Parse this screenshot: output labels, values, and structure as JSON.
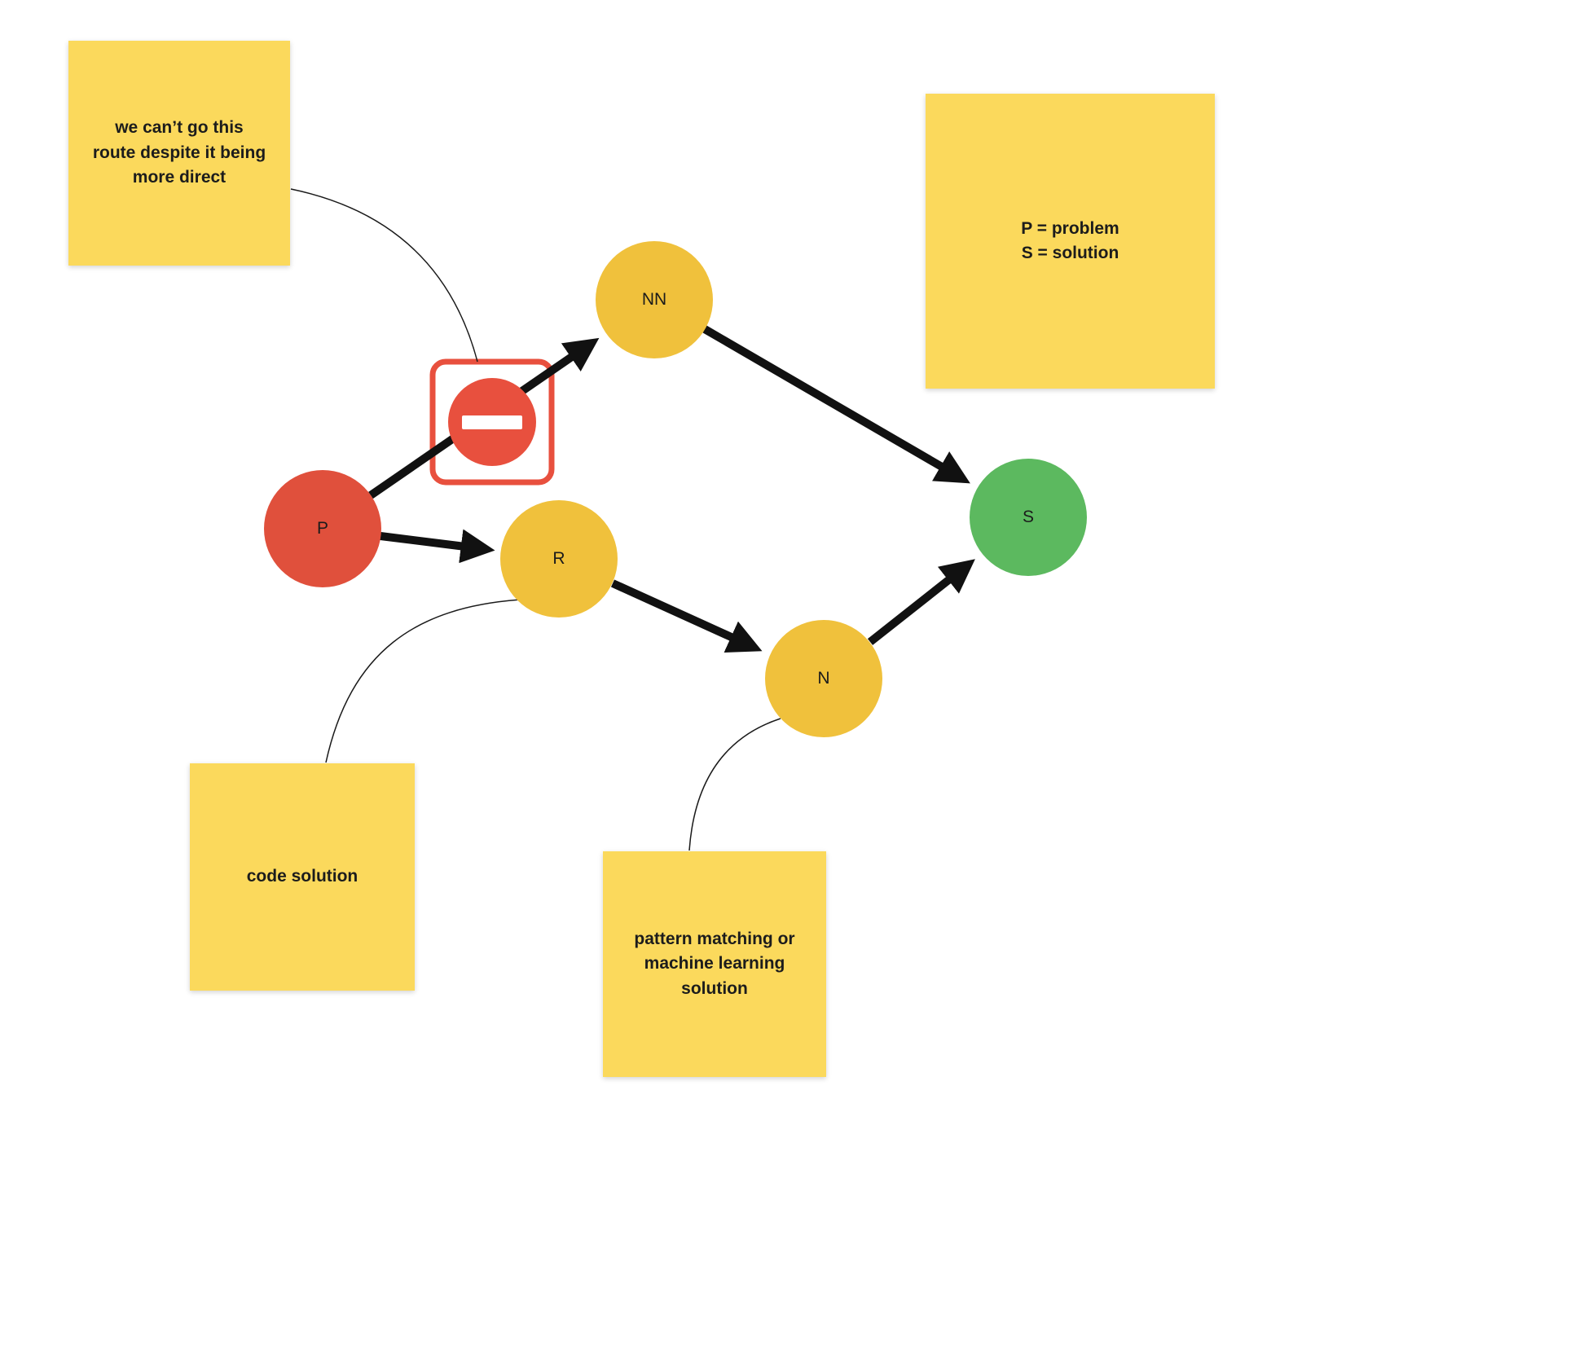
{
  "app": {
    "type": "whiteboard-diagram",
    "background": "#ffffff"
  },
  "notes": [
    {
      "name": "no-route-note",
      "text": "we can’t go this\nroute despite it being\nmore direct",
      "color": "#FBD95C"
    },
    {
      "name": "legend-note",
      "text": "P = problem\nS = solution",
      "color": "#FBD95C"
    },
    {
      "name": "code-solution-note",
      "text": "code solution",
      "color": "#FBD95C"
    },
    {
      "name": "pattern-matching-note",
      "text": "pattern matching or\nmachine learning\nsolution",
      "color": "#FBD95C"
    }
  ],
  "nodes": [
    {
      "id": "P",
      "label": "P",
      "color": "#E0503C"
    },
    {
      "id": "NN",
      "label": "NN",
      "color": "#F0C13C"
    },
    {
      "id": "R",
      "label": "R",
      "color": "#F0C13C"
    },
    {
      "id": "N",
      "label": "N",
      "color": "#F0C13C"
    },
    {
      "id": "S",
      "label": "S",
      "color": "#5CB95F"
    }
  ],
  "edges": [
    {
      "from": "P",
      "to": "NN",
      "blocked": true
    },
    {
      "from": "NN",
      "to": "S",
      "blocked": false
    },
    {
      "from": "P",
      "to": "R",
      "blocked": false
    },
    {
      "from": "R",
      "to": "N",
      "blocked": false
    },
    {
      "from": "N",
      "to": "S",
      "blocked": false
    }
  ],
  "icons": [
    {
      "name": "no-entry-icon",
      "color": "#E8503E"
    }
  ],
  "colors": {
    "arrow": "#111111",
    "sticky": "#FBD95C",
    "no_entry_red": "#E8503E",
    "connector": "#1a1a1a"
  }
}
